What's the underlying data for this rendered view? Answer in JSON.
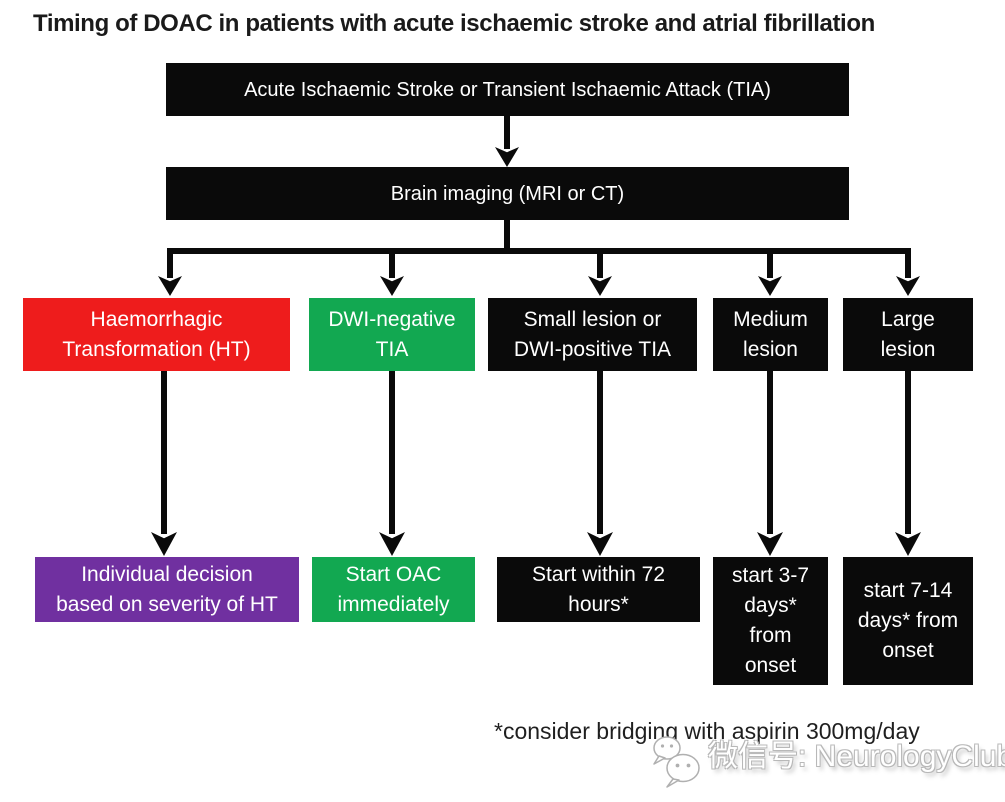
{
  "title": "Timing of DOAC in patients with acute ischaemic stroke and atrial fibrillation",
  "colors": {
    "black": "#0a0a0a",
    "red": "#ee1c1c",
    "green": "#12a851",
    "purple": "#7030a0",
    "box_text": "#ffffff"
  },
  "flow": {
    "top_box": "Acute Ischaemic Stroke or Transient Ischaemic Attack (TIA)",
    "imaging_box": "Brain imaging (MRI or CT)",
    "branches": [
      {
        "condition": "Haemorrhagic\nTransformation (HT)",
        "condition_color": "red",
        "action": "Individual decision\nbased on severity of HT",
        "action_color": "purple"
      },
      {
        "condition": "DWI-negative\nTIA",
        "condition_color": "green",
        "action": "Start OAC\nimmediately",
        "action_color": "green"
      },
      {
        "condition": "Small lesion or\nDWI-positive TIA",
        "condition_color": "black",
        "action": "Start within 72\nhours*",
        "action_color": "black"
      },
      {
        "condition": "Medium\nlesion",
        "condition_color": "black",
        "action": "start 3-7\ndays*\nfrom\nonset",
        "action_color": "black"
      },
      {
        "condition": "Large\nlesion",
        "condition_color": "black",
        "action": "start 7-14\ndays* from\nonset",
        "action_color": "black"
      }
    ]
  },
  "footnote": "*consider bridging with aspirin 300mg/day",
  "watermark": {
    "icon": "wechat-icon",
    "text": "微信号: NeurologyClub"
  }
}
